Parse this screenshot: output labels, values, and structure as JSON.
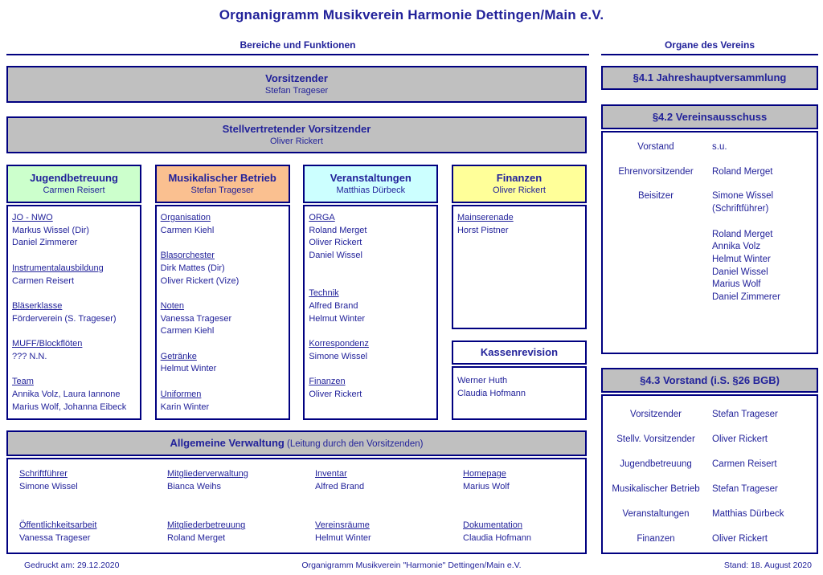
{
  "title": "Orgnanigramm Musikverein Harmonie Dettingen/Main e.V.",
  "section_headers": {
    "left": "Bereiche und Funktionen",
    "right": "Organe des Vereins"
  },
  "colors": {
    "border_navy": "#000080",
    "text_navy": "#22229a",
    "box_gray": "#c0c0c0",
    "jugend_green": "#ccffcc",
    "musik_orange": "#fac090",
    "veranstaltung_blue": "#ccffff",
    "finanzen_yellow": "#ffff99"
  },
  "top_boxes": [
    {
      "title": "Vorsitzender",
      "name": "Stefan Trageser"
    },
    {
      "title": "Stellvertretender Vorsitzender",
      "name": "Oliver Rickert"
    }
  ],
  "columns": [
    {
      "title": "Jugendbetreuung",
      "head_name": "Carmen Reisert",
      "color": "#ccffcc",
      "lines": [
        {
          "t": "JO - NWO",
          "u": true
        },
        {
          "t": "Markus Wissel (Dir)"
        },
        {
          "t": "Daniel Zimmerer"
        },
        {
          "t": ""
        },
        {
          "t": "Instrumentalausbildung",
          "u": true
        },
        {
          "t": "Carmen Reisert"
        },
        {
          "t": ""
        },
        {
          "t": "Bläserklasse",
          "u": true
        },
        {
          "t": "Förderverein (S. Trageser)"
        },
        {
          "t": ""
        },
        {
          "t": "MUFF/Blockflöten",
          "u": true
        },
        {
          "t": "??? N.N."
        },
        {
          "t": ""
        },
        {
          "t": "Team",
          "u": true
        },
        {
          "t": "Annika Volz, Laura Iannone"
        },
        {
          "t": "Marius Wolf, Johanna Eibeck"
        }
      ]
    },
    {
      "title": "Musikalischer Betrieb",
      "head_name": "Stefan Trageser",
      "color": "#fac090",
      "lines": [
        {
          "t": "Organisation",
          "u": true
        },
        {
          "t": "Carmen Kiehl"
        },
        {
          "t": ""
        },
        {
          "t": "Blasorchester",
          "u": true
        },
        {
          "t": "Dirk Mattes (Dir)"
        },
        {
          "t": "Oliver Rickert (Vize)"
        },
        {
          "t": ""
        },
        {
          "t": "Noten",
          "u": true
        },
        {
          "t": "Vanessa Trageser"
        },
        {
          "t": "Carmen Kiehl"
        },
        {
          "t": ""
        },
        {
          "t": "Getränke",
          "u": true
        },
        {
          "t": "Helmut Winter"
        },
        {
          "t": ""
        },
        {
          "t": "Uniformen",
          "u": true
        },
        {
          "t": "Karin Winter"
        }
      ]
    },
    {
      "title": "Veranstaltungen",
      "head_name": "Matthias Dürbeck",
      "color": "#ccffff",
      "lines": [
        {
          "t": "ORGA",
          "u": true
        },
        {
          "t": "Roland Merget"
        },
        {
          "t": "Oliver Rickert"
        },
        {
          "t": "Daniel Wissel"
        },
        {
          "t": ""
        },
        {
          "t": ""
        },
        {
          "t": "Technik",
          "u": true
        },
        {
          "t": "Alfred Brand"
        },
        {
          "t": "Helmut Winter"
        },
        {
          "t": ""
        },
        {
          "t": "Korrespondenz",
          "u": true
        },
        {
          "t": "Simone Wissel"
        },
        {
          "t": ""
        },
        {
          "t": "Finanzen",
          "u": true
        },
        {
          "t": "Oliver Rickert"
        }
      ]
    },
    {
      "title": "Finanzen",
      "head_name": "Oliver Rickert",
      "color": "#ffff99",
      "lines": [
        {
          "t": "Mainserenade",
          "u": true
        },
        {
          "t": "Horst Pistner"
        }
      ]
    }
  ],
  "kassenrevision": {
    "title": "Kassenrevision",
    "names": [
      "Werner Huth",
      "Claudia Hofmann"
    ]
  },
  "verwaltung": {
    "title": "Allgemeine Verwaltung",
    "subtitle": " (Leitung durch den Vorsitzenden)",
    "cells": [
      {
        "role": "Schriftführer",
        "name": "Simone Wissel"
      },
      {
        "role": "Mitgliederverwaltung",
        "name": "Bianca Weihs"
      },
      {
        "role": "Inventar",
        "name": "Alfred Brand"
      },
      {
        "role": "Homepage",
        "name": "Marius Wolf"
      },
      {
        "role": "Öffentlichkeitsarbeit",
        "name": "Vanessa Trageser"
      },
      {
        "role": "Mitgliederbetreuung",
        "name": "Roland Merget"
      },
      {
        "role": "Vereinsräume",
        "name": "Helmut Winter"
      },
      {
        "role": "Dokumentation",
        "name": "Claudia Hofmann"
      }
    ]
  },
  "organe": {
    "jahreshauptversammlung": "§4.1 Jahreshauptversammlung",
    "vereinsausschuss": {
      "title": "§4.2 Vereinsausschuss",
      "rows": [
        {
          "label": "Vorstand",
          "values": [
            "s.u."
          ]
        },
        {
          "label": "Ehrenvorsitzender",
          "values": [
            "Roland Merget"
          ]
        },
        {
          "label": "Beisitzer",
          "values": [
            "Simone Wissel",
            "(Schriftführer)",
            "",
            "Roland Merget",
            "Annika Volz",
            "Helmut Winter",
            "Daniel Wissel",
            "Marius Wolf",
            "Daniel Zimmerer"
          ]
        }
      ]
    },
    "vorstand": {
      "title": "§4.3 Vorstand (i.S. §26 BGB)",
      "rows": [
        {
          "label": "Vorsitzender",
          "value": "Stefan Trageser"
        },
        {
          "label": "Stellv. Vorsitzender",
          "value": "Oliver Rickert"
        },
        {
          "label": "Jugendbetreuung",
          "value": "Carmen Reisert"
        },
        {
          "label": "Musikalischer Betrieb",
          "value": "Stefan Trageser"
        },
        {
          "label": "Veranstaltungen",
          "value": "Matthias Dürbeck"
        },
        {
          "label": "Finanzen",
          "value": "Oliver Rickert"
        }
      ]
    }
  },
  "footer": {
    "left": "Gedruckt am: 29.12.2020",
    "center": "Organigramm Musikverein \"Harmonie\" Dettingen/Main e.V.",
    "right": "Stand: 18. August 2020"
  }
}
